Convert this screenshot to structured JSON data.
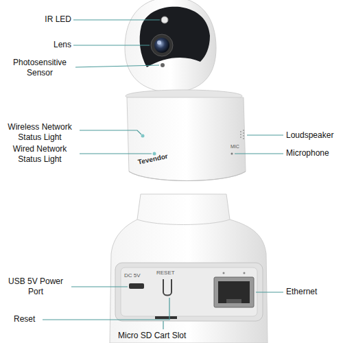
{
  "diagram": {
    "labels": [
      "IR LED",
      "Lens",
      "Photosensitive Sensor",
      "Wireless Network Status Light",
      "Wired Network Status Light",
      "Loudspeaker",
      "Microphone",
      "USB 5V Power Port",
      "Reset",
      "Micro SD Cart Slot",
      "Ethernet",
      "Tevendor",
      "MIC",
      "DC 5V",
      "RESET"
    ]
  }
}
